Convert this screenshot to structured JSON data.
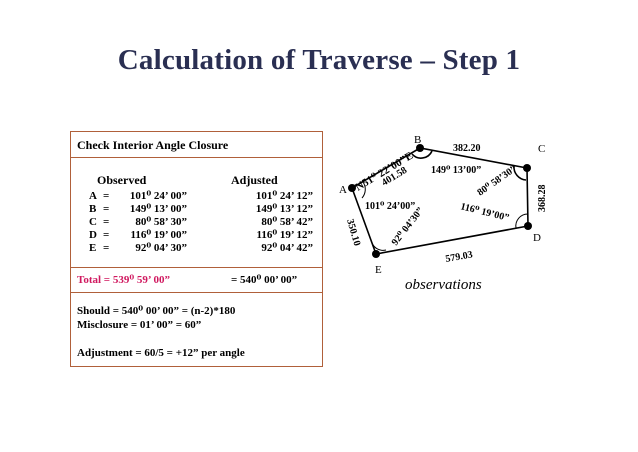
{
  "title": "Calculation of Traverse – Step 1",
  "panel": {
    "header": "Check Interior Angle Closure",
    "col_observed": "Observed",
    "col_adjusted": "Adjusted",
    "rows": [
      {
        "label": "A",
        "eq": "=",
        "observed": "101⁰ 24’ 00”",
        "adjusted": "101⁰ 24’ 12”"
      },
      {
        "label": "B",
        "eq": "=",
        "observed": "149⁰ 13’ 00”",
        "adjusted": "149⁰ 13’ 12”"
      },
      {
        "label": "C",
        "eq": "=",
        "observed": "80⁰ 58’ 30”",
        "adjusted": "80⁰ 58’ 42”"
      },
      {
        "label": "D",
        "eq": "=",
        "observed": "116⁰ 19’ 00”",
        "adjusted": "116⁰ 19’ 12”"
      },
      {
        "label": "E",
        "eq": "=",
        "observed": "92⁰ 04’ 30”",
        "adjusted": "92⁰ 04’ 42”"
      }
    ],
    "total_left": "Total  =  539⁰ 59’ 00”",
    "total_right": "= 540⁰ 00’ 00”",
    "should": "Should = 540⁰ 00’ 00”  =  (n-2)*180",
    "misclosure": "Misclosure =   01’ 00” = 60”",
    "adjustment": "Adjustment = 60/5 = +12” per angle"
  },
  "diagram": {
    "vertices": {
      "A": "A",
      "B": "B",
      "C": "C",
      "D": "D",
      "E": "E"
    },
    "bearing": "N51⁰ 22’00”E",
    "dist_AB": "401.58",
    "dist_BC": "382.20",
    "dist_CD": "368.28",
    "dist_DE": "579.03",
    "dist_EA": "350.10",
    "angle_A": "101⁰ 24’00”",
    "angle_B": "149⁰ 13’00”",
    "angle_C": "80⁰ 58’30”",
    "angle_D": "116⁰ 19’00”",
    "angle_E": "92⁰ 04’30”",
    "caption": "observations"
  },
  "colors": {
    "title": "#2a2f52",
    "border": "#b0603a",
    "total": "#d0185f"
  }
}
